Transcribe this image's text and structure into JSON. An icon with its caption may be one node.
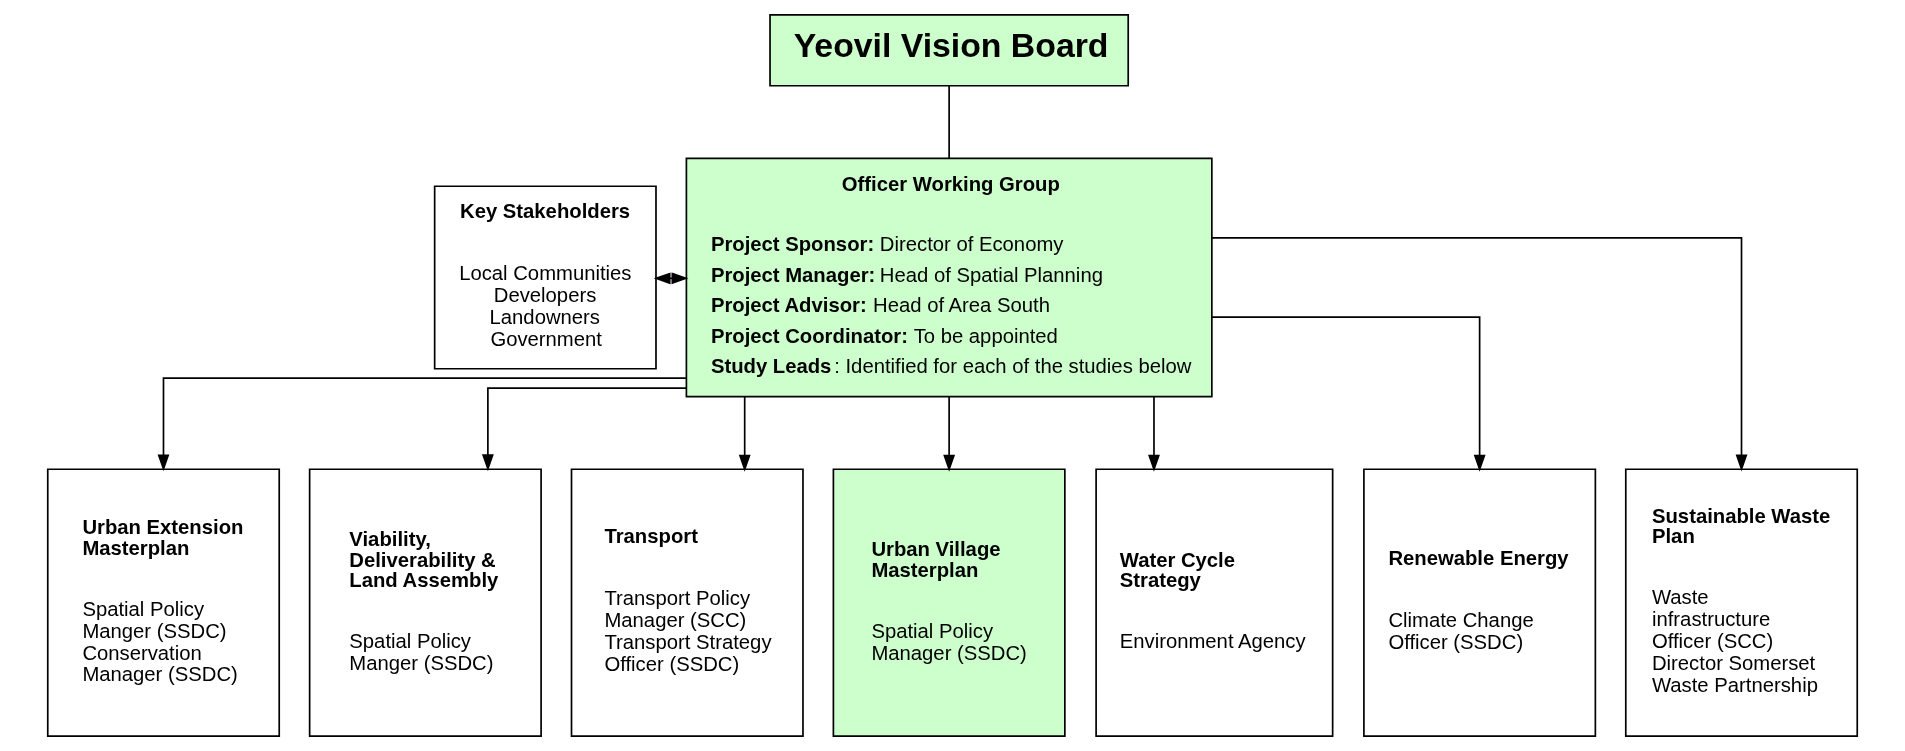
{
  "diagram": {
    "nodes": [
      {
        "text": [
          "Yeovil Vision Board"
        ]
      },
      {
        "text": [
          "Officer Working Group",
          "**Project Sponsor:** Director of Economy",
          "**Project Manager:** Head of Spatial Planning",
          "**Project Advisor:** Head of Area South",
          "**Project Coordinator:** To be appointed",
          "**Study Leads**: Identified for each of the studies below"
        ]
      },
      {
        "text": [
          "Key Stakeholders",
          "Local Communities Developers Landowners Government"
        ]
      },
      {
        "text": [
          "Urban Extension Masterplan",
          "Spatial Policy Manger (SSDC) Conservation Manager (SSDC)"
        ]
      },
      {
        "text": [
          "Viability, Deliverability & Land Assembly",
          "Spatial Policy Manger (SSDC)"
        ]
      },
      {
        "text": [
          "Transport",
          "Transport Policy Manager (SCC) Transport Strategy Officer (SSDC)"
        ]
      },
      {
        "text": [
          "Urban Village Masterplan",
          "Spatial Policy Manager (SSDC)"
        ]
      },
      {
        "text": [
          "Water Cycle Strategy",
          "Environment Agency"
        ]
      },
      {
        "text": [
          "Renewable Energy",
          "Climate Change Officer (SSDC)"
        ]
      },
      {
        "text": [
          "Sustainable Waste Plan",
          "Waste infrastructure Officer (SCC) Director Somerset Waste Partnership"
        ]
      }
    ],
    "edges": [
      {
        "from": 0,
        "to": 1,
        "arrow": "none"
      },
      {
        "from": 2,
        "to": 1,
        "arrow": "both"
      },
      {
        "from": 1,
        "to": 3,
        "arrow": "to"
      },
      {
        "from": 1,
        "to": 4,
        "arrow": "to"
      },
      {
        "from": 1,
        "to": 5,
        "arrow": "to"
      },
      {
        "from": 1,
        "to": 6,
        "arrow": "to"
      },
      {
        "from": 1,
        "to": 7,
        "arrow": "to"
      },
      {
        "from": 1,
        "to": 8,
        "arrow": "to"
      },
      {
        "from": 1,
        "to": 9,
        "arrow": "to"
      }
    ]
  }
}
